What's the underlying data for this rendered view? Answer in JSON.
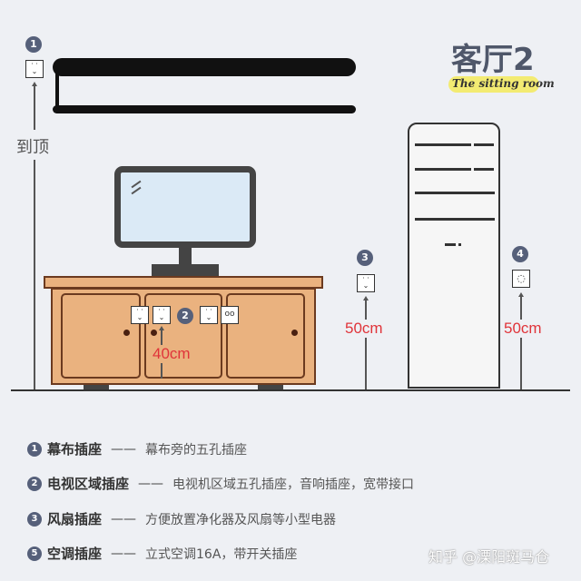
{
  "title": {
    "main": "客厅2",
    "subtitle": "The sitting room",
    "highlight_color": "#f3ea5a"
  },
  "labels": {
    "top": "到顶",
    "tv_height": "40cm",
    "fan_height": "50cm",
    "ac_height": "50cm"
  },
  "badges": {
    "b1": "1",
    "b2": "2",
    "b3": "3",
    "b4": "4"
  },
  "outlet_icons": {
    "five_hole": "five-hole-socket-icon",
    "audio": "audio-socket-icon",
    "ac16a": "16a-socket-icon",
    "audio_glyph": "oo"
  },
  "legend": [
    {
      "num": "1",
      "name": "幕布插座",
      "dash": "——",
      "desc": "幕布旁的五孔插座"
    },
    {
      "num": "2",
      "name": "电视区域插座",
      "dash": "——",
      "desc": "电视机区域五孔插座，音响插座，宽带接口"
    },
    {
      "num": "3",
      "name": "风扇插座",
      "dash": "——",
      "desc": "方便放置净化器及风扇等小型电器"
    },
    {
      "num": "5",
      "name": "空调插座",
      "dash": "——",
      "desc": "立式空调16A，带开关插座"
    }
  ],
  "watermark": "知乎 @溧阳斑马仓",
  "colors": {
    "accent_red": "#e0343a",
    "badge": "#56607a",
    "cabinet": "#eab27f",
    "cabinet_border": "#6b3a1f"
  }
}
